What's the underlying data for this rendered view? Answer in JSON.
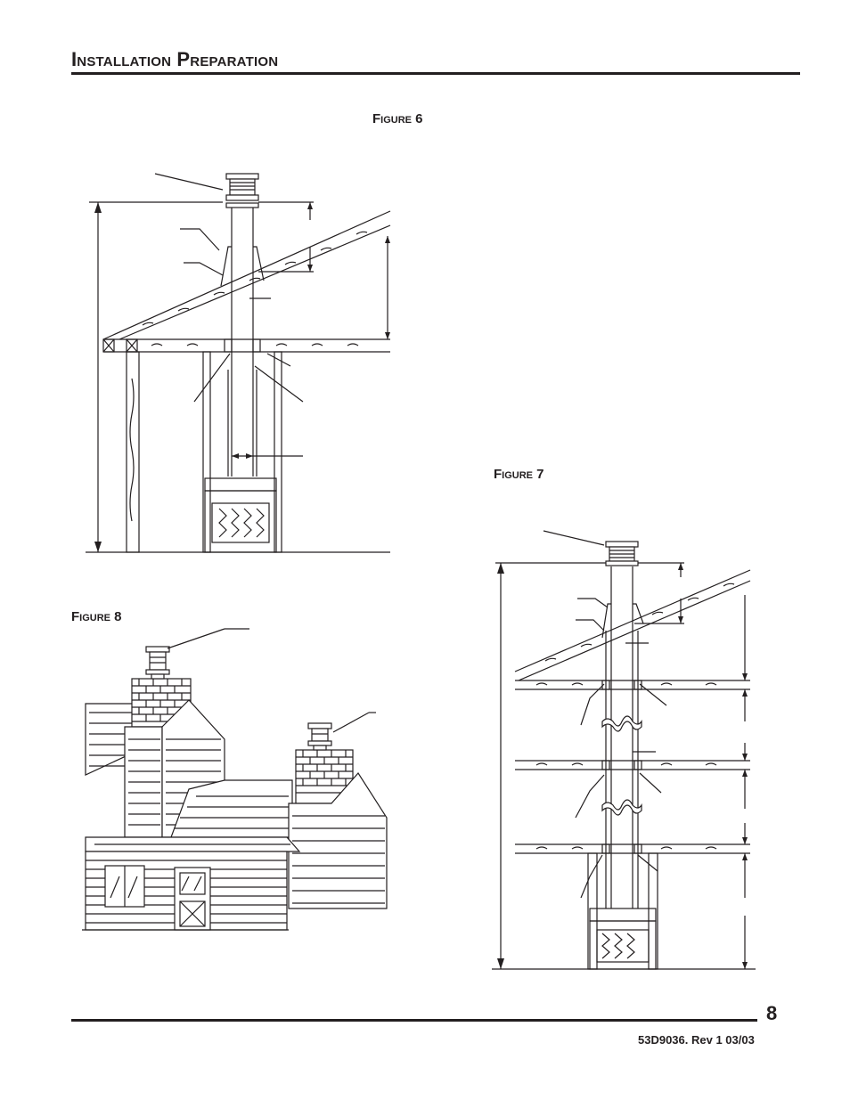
{
  "header": {
    "title": "Installation Preparation"
  },
  "figures": {
    "figure6": {
      "caption": "Figure 6"
    },
    "figure7": {
      "caption": "Figure 7"
    },
    "figure8": {
      "caption": "Figure 8"
    }
  },
  "footer": {
    "page_number": "8",
    "doc_id": "53D9036. Rev 1 03/03"
  }
}
